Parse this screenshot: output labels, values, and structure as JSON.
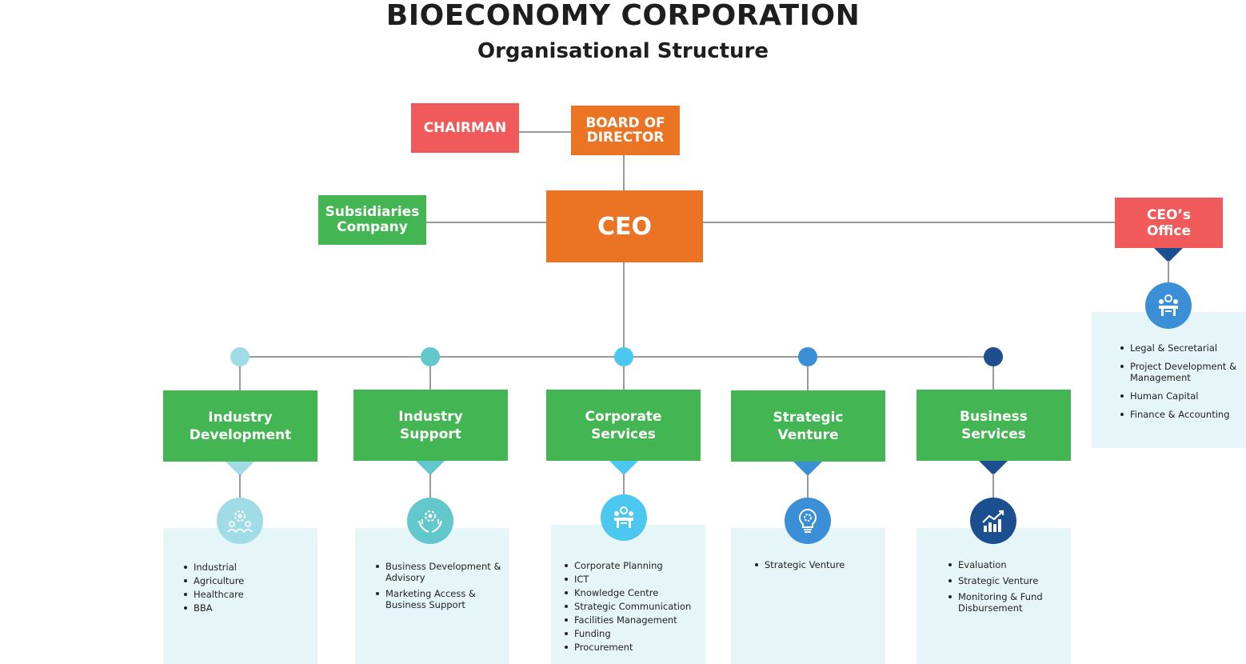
{
  "header": {
    "title": "BIOECONOMY CORPORATION",
    "subtitle": "Organisational Structure"
  },
  "top": {
    "chairman": "CHAIRMAN",
    "board": "BOARD OF\nDIRECTOR",
    "ceo": "CEO",
    "subsidiaries": "Subsidiaries\nCompany",
    "ceo_office": "CEO’s\nOffice"
  },
  "ceo_office_items": [
    "Legal & Secretarial",
    "Project Development & Management",
    "Human Capital",
    "Finance & Accounting"
  ],
  "departments": [
    {
      "name": "Industry\nDevelopment",
      "color": "#a0dce6",
      "icon": "biotech-people-icon",
      "items": [
        "Industrial",
        "Agriculture",
        "Healthcare",
        "BBA"
      ]
    },
    {
      "name": "Industry\nSupport",
      "color": "#62c8cc",
      "icon": "hands-gear-icon",
      "items": [
        "Business Development & Advisory",
        "Marketing Access & Business Support"
      ]
    },
    {
      "name": "Corporate\nServices",
      "color": "#4cc7ef",
      "icon": "meeting-icon",
      "items": [
        "Corporate Planning",
        "ICT",
        "Knowledge Centre",
        "Strategic Communication",
        "Facilities Management",
        "Funding",
        "Procurement"
      ]
    },
    {
      "name": "Strategic\nVenture",
      "color": "#3a8fd6",
      "icon": "lightbulb-gear-icon",
      "items": [
        "Strategic Venture"
      ]
    },
    {
      "name": "Business\nServices",
      "color": "#1b4f8f",
      "icon": "growth-chart-icon",
      "items": [
        "Evaluation",
        "Strategic Venture",
        "Monitoring & Fund Disbursement"
      ]
    }
  ],
  "colors": {
    "red": "#f05a5a",
    "orange": "#ea7424",
    "green": "#43b552",
    "panel": "#e6f5f7",
    "ceo_office_accent": "#1b4f8f",
    "ceo_office_icon": "#3a8fd6"
  }
}
